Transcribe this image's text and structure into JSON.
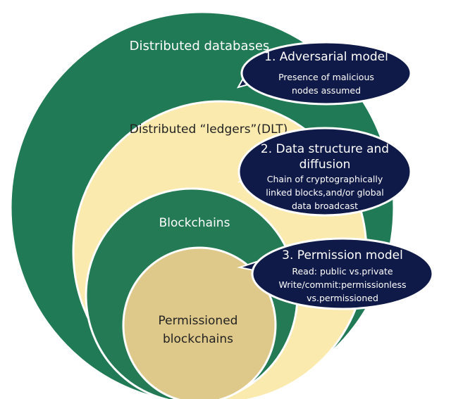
{
  "colors": {
    "outer_green": "#207a55",
    "ledger_cream": "#fbeaae",
    "blockchain_green": "#237a55",
    "permissioned_tan": "#dfc98a",
    "callout_navy": "#101a48",
    "callout_text": "#ffffff",
    "light_label": "#ffffff",
    "dark_label": "#222222"
  },
  "circles": {
    "distributed_databases": "Distributed databases",
    "dlt": "Distributed “ledgers”(DLT)",
    "blockchains": "Blockchains",
    "permissioned_line1": "Permissioned",
    "permissioned_line2": "blockchains"
  },
  "callouts": [
    {
      "title_lines": [
        "1. Adversarial model"
      ],
      "body_lines": [
        "Presence of malicious",
        "nodes assumed"
      ]
    },
    {
      "title_lines": [
        "2. Data structure and",
        "diffusion"
      ],
      "body_lines": [
        "Chain of cryptographically",
        "linked blocks,and/or global",
        "data broadcast"
      ]
    },
    {
      "title_lines": [
        "3. Permission model"
      ],
      "body_lines": [
        "Read: public vs.private",
        "Write/commit:permissionless",
        "vs.permissioned"
      ]
    }
  ]
}
